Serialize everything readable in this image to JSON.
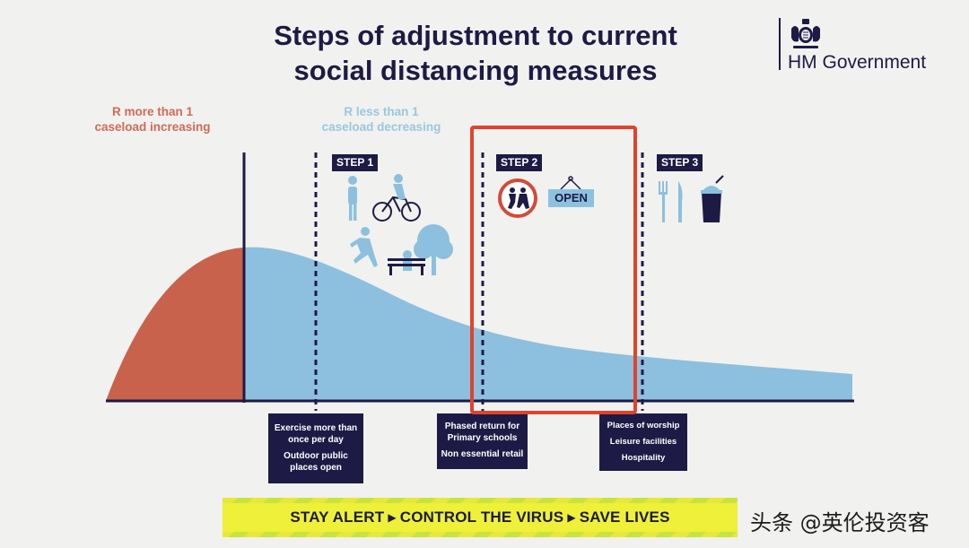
{
  "title_line1": "Steps of adjustment to current",
  "title_line2": "social distancing measures",
  "gov_name": "HM Government",
  "r_more": {
    "line1": "R more than 1",
    "line2": "caseload increasing"
  },
  "r_less": {
    "line1": "R less than 1",
    "line2": "caseload decreasing"
  },
  "steps": [
    {
      "label": "STEP 1",
      "items": [
        "Exercise more than once per day",
        "Outdoor public places open"
      ]
    },
    {
      "label": "STEP 2",
      "items": [
        "Phased return for Primary schools",
        "Non essential retail"
      ]
    },
    {
      "label": "STEP 3",
      "items": [
        "Places of worship",
        "Leisure facilities",
        "Hospitality"
      ]
    }
  ],
  "open_sign": "OPEN",
  "banner": {
    "part1": "STAY ALERT",
    "part2": "CONTROL THE VIRUS",
    "part3": "SAVE LIVES"
  },
  "watermark": "头条 @英伦投资客",
  "colors": {
    "navy": "#1d1b45",
    "red_curve": "#c9624d",
    "blue_curve": "#8cc0de",
    "highlight": "#e0432d",
    "banner_yellow": "#eef03a"
  }
}
